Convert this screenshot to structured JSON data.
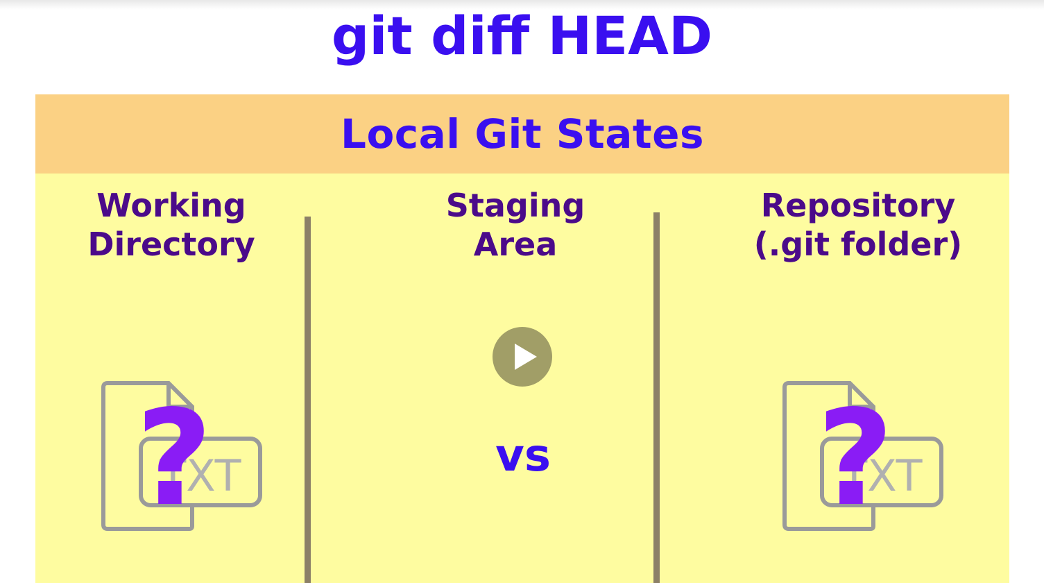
{
  "title": "git diff HEAD",
  "panel": {
    "header": "Local Git States",
    "columns": [
      {
        "line1": "Working",
        "line2": "Directory"
      },
      {
        "line1": "Staging",
        "line2": "Area"
      },
      {
        "line1": "Repository",
        "line2": "(.git folder)"
      }
    ],
    "comparison_label": "vs",
    "file_icon_text": "TXT",
    "unknown_mark": "?"
  },
  "icons": {
    "play": "play-icon",
    "file": "txt-file-icon",
    "question": "question-mark-icon"
  },
  "colors": {
    "title": "#3a0ff0",
    "heading": "#4b0a8a",
    "panel_bg": "#fefca0",
    "header_bg": "#fbd184",
    "question": "#8a1cf5",
    "icon_gray": "#9a9a9a",
    "play_bg": "#a19e67"
  }
}
